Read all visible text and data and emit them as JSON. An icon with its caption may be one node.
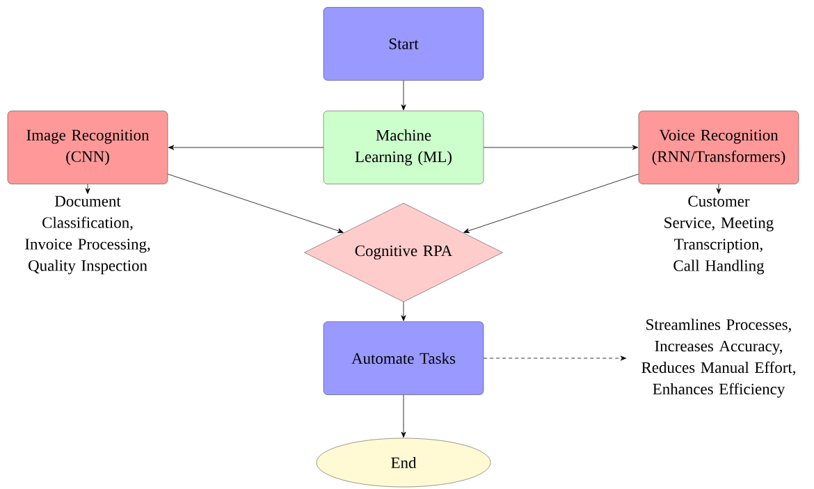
{
  "diagram": {
    "nodes": [
      {
        "text": [
          "Start"
        ]
      },
      {
        "text": [
          "Machine Learning (ML)"
        ]
      },
      {
        "text": [
          "Image Recognition (CNN)"
        ]
      },
      {
        "text": [
          "Voice Recognition (RNN/Transformers)"
        ]
      },
      {
        "text": [
          "Document Classification, Invoice Processing, Quality Inspection"
        ]
      },
      {
        "text": [
          "Customer Service, Meeting Transcription, Call Handling"
        ]
      },
      {
        "text": [
          "Cognitive RPA"
        ]
      },
      {
        "text": [
          "Automate Tasks"
        ]
      },
      {
        "text": [
          "Streamlines Processes, Increases Accuracy, Reduces Manual Effort, Enhances Efficiency"
        ]
      },
      {
        "text": [
          "End"
        ]
      }
    ],
    "edges": [
      {
        "from": 0,
        "to": 1,
        "arrow": "to"
      },
      {
        "from": 1,
        "to": 2,
        "arrow": "to"
      },
      {
        "from": 1,
        "to": 3,
        "arrow": "to"
      },
      {
        "from": 2,
        "to": 4,
        "arrow": "to"
      },
      {
        "from": 3,
        "to": 5,
        "arrow": "to"
      },
      {
        "from": 2,
        "to": 6,
        "arrow": "to"
      },
      {
        "from": 3,
        "to": 6,
        "arrow": "to"
      },
      {
        "from": 6,
        "to": 7,
        "arrow": "to"
      },
      {
        "from": 7,
        "to": 8,
        "arrow": "to",
        "style": "dashed"
      },
      {
        "from": 7,
        "to": 9,
        "arrow": "to"
      }
    ]
  }
}
